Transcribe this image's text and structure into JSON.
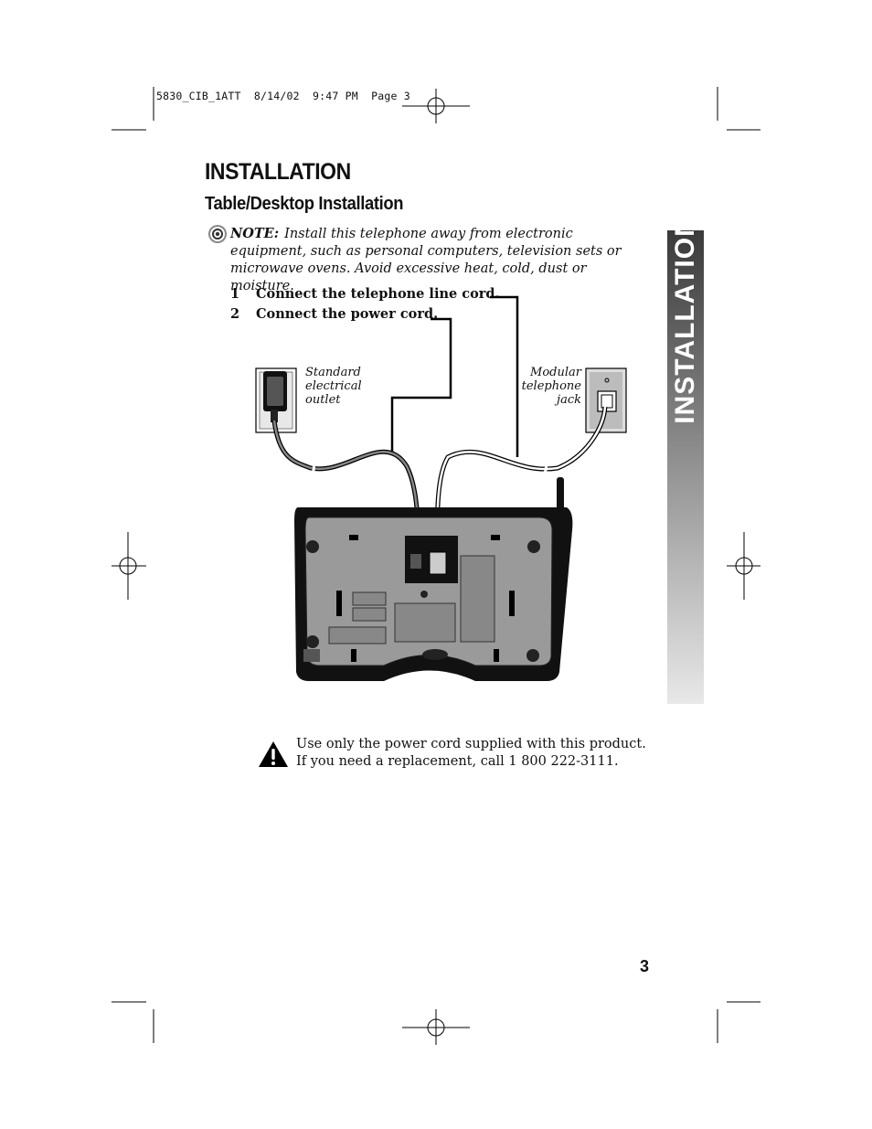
{
  "print_slug": "5830_CIB_1ATT  8/14/02  9:47 PM  Page 3",
  "heading": "INSTALLATION",
  "subheading": "Table/Desktop Installation",
  "note": {
    "label": "NOTE:",
    "text": "Install this telephone away from electronic equipment, such as personal computers, television sets or microwave ovens. Avoid excessive heat, cold, dust or moisture."
  },
  "steps": [
    {
      "num": "1",
      "text": "Connect the telephone line cord."
    },
    {
      "num": "2",
      "text": "Connect the power cord."
    }
  ],
  "diagram_labels": {
    "outlet": [
      "Standard",
      "electrical",
      "outlet"
    ],
    "jack": [
      "Modular",
      "telephone",
      "jack"
    ]
  },
  "warning": {
    "line1": "Use only the power cord supplied with this product.",
    "line2": "If you need a replacement, call 1 800 222-3111."
  },
  "page_number": "3",
  "side_tab": "INSTALLATION",
  "icons": {
    "note": "target-icon",
    "warning": "warning-triangle-icon"
  }
}
